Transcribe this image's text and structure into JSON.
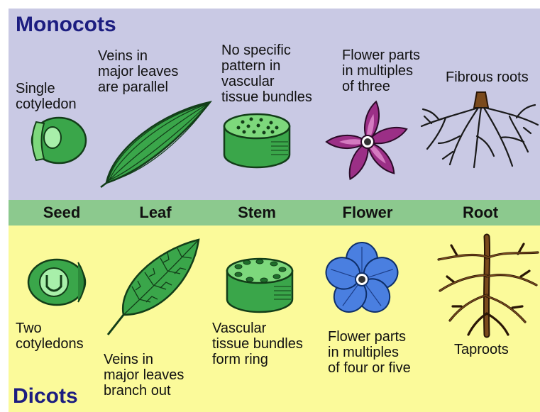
{
  "monocots": {
    "title": "Monocots",
    "seed_text": "Single\ncotyledon",
    "leaf_text": "Veins in\nmajor leaves\nare parallel",
    "stem_text": "No specific\npattern in\nvascular\ntissue bundles",
    "flower_text": "Flower parts\nin multiples\nof three",
    "root_text": "Fibrous roots"
  },
  "organs": [
    "Seed",
    "Leaf",
    "Stem",
    "Flower",
    "Root"
  ],
  "dicots": {
    "title": "Dicots",
    "seed_text": "Two\ncotyledons",
    "leaf_text": "Veins in\nmajor leaves\nbranch out",
    "stem_text": "Vascular\ntissue bundles\nform ring",
    "flower_text": "Flower parts\nin multiples\nof four or five",
    "root_text": "Taproots"
  },
  "colors": {
    "monocot_band": "#c9c9e4",
    "organ_band": "#8cc98e",
    "dicot_band": "#fbfa9a",
    "title_text": "#1c1d80",
    "plant_green": "#3aa64a",
    "monocot_flower": "#9b2f86",
    "dicot_flower": "#4a7fe0",
    "root_brown": "#6b3e17"
  }
}
